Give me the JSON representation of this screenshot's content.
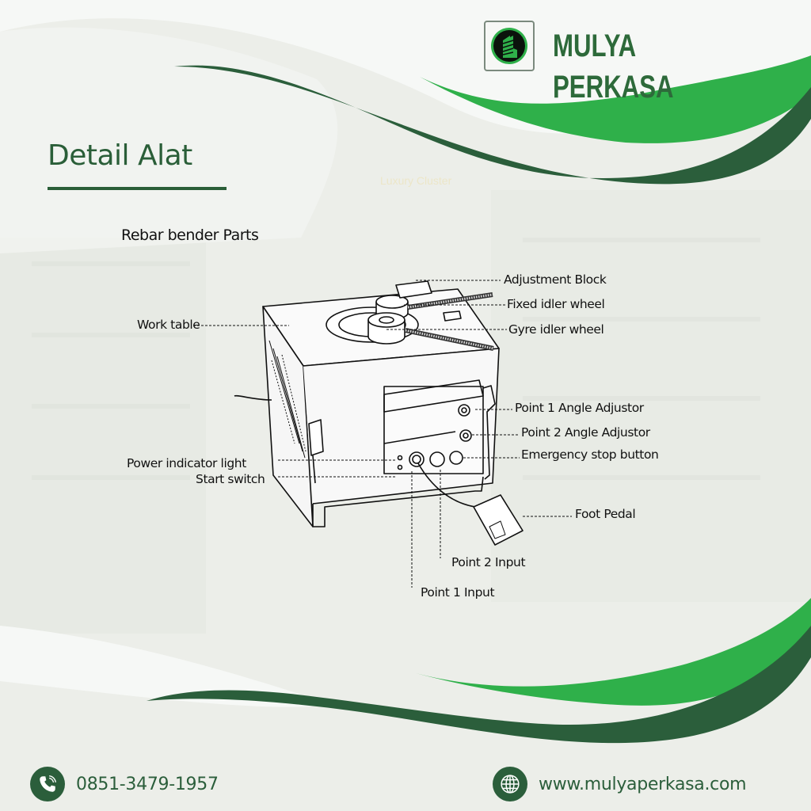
{
  "brand": {
    "name": "MULYA PERKASA",
    "logo_icon": "building-icon",
    "colors": {
      "dark_green": "#2b5e3b",
      "bright_green": "#2fb04a"
    }
  },
  "header": {
    "title": "Detail Alat",
    "faint_caption": "Luxury Cluster"
  },
  "diagram": {
    "title": "Rebar bender Parts",
    "labels": {
      "adjustment_block": "Adjustment Block",
      "fixed_idler_wheel": "Fixed idler wheel",
      "gyre_idler_wheel": "Gyre idler wheel",
      "work_table": "Work table",
      "point1_angle": "Point 1 Angle Adjustor",
      "point2_angle": "Point 2 Angle  Adjustor",
      "emergency_stop": "Emergency stop button",
      "power_light": "Power indicator light",
      "start_switch": "Start switch",
      "foot_pedal": "Foot Pedal",
      "point2_input": "Point 2 Input",
      "point1_input": "Point 1 Input"
    }
  },
  "footer": {
    "phone": {
      "icon": "phone-icon",
      "text": "0851-3479-1957"
    },
    "website": {
      "icon": "globe-icon",
      "text": "www.mulyaperkasa.com"
    }
  }
}
